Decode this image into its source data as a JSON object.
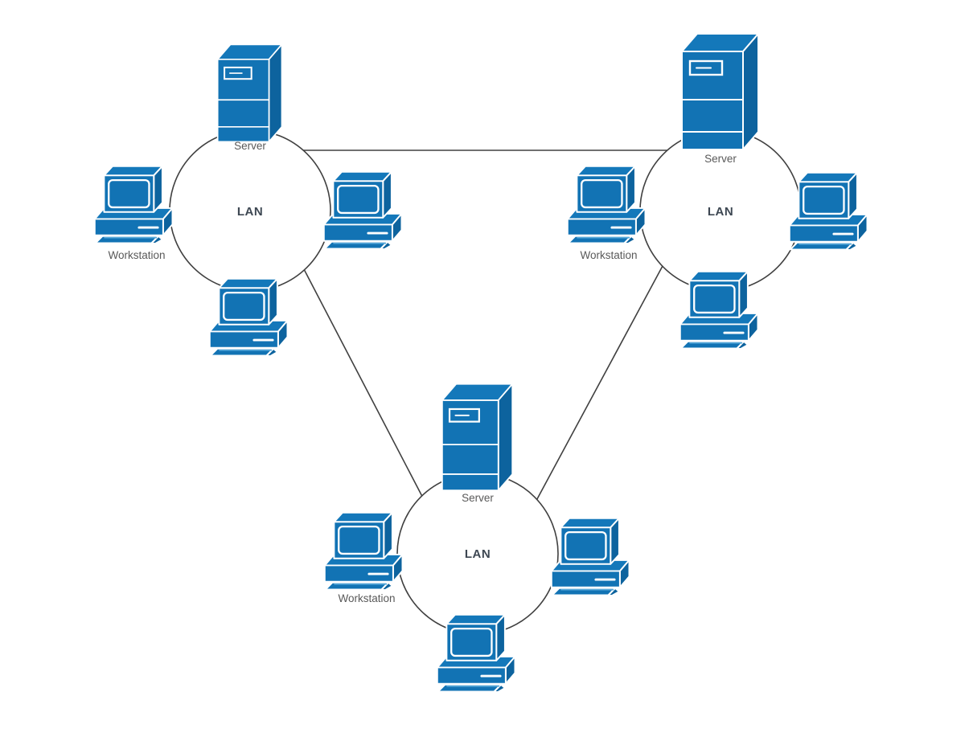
{
  "colors": {
    "node_blue": "#1273b4",
    "node_blue_top": "#1478ba",
    "node_blue_side": "#0d639e",
    "node_blue_highlight": "#57aadb",
    "icon_outline": "#ffffff",
    "connector_gray": "#404040",
    "label_gray": "#595959",
    "lan_label": "#3d4752",
    "background": "#ffffff"
  },
  "lans": [
    {
      "id": "lan-top-left",
      "ring_label": "LAN",
      "nodes": [
        {
          "type": "server",
          "label": "Server",
          "position": "top"
        },
        {
          "type": "workstation",
          "label": "Workstation",
          "position": "left"
        },
        {
          "type": "workstation",
          "label": "",
          "position": "right"
        },
        {
          "type": "workstation",
          "label": "",
          "position": "bottom"
        }
      ]
    },
    {
      "id": "lan-top-right",
      "ring_label": "LAN",
      "nodes": [
        {
          "type": "server",
          "label": "Server",
          "position": "top"
        },
        {
          "type": "workstation",
          "label": "Workstation",
          "position": "left"
        },
        {
          "type": "workstation",
          "label": "",
          "position": "right"
        },
        {
          "type": "workstation",
          "label": "",
          "position": "bottom"
        }
      ]
    },
    {
      "id": "lan-bottom",
      "ring_label": "LAN",
      "nodes": [
        {
          "type": "server",
          "label": "Server",
          "position": "top"
        },
        {
          "type": "workstation",
          "label": "Workstation",
          "position": "left"
        },
        {
          "type": "workstation",
          "label": "",
          "position": "right"
        },
        {
          "type": "workstation",
          "label": "",
          "position": "bottom"
        }
      ]
    }
  ],
  "connections": [
    {
      "from": "lan-top-left",
      "to": "lan-top-right"
    },
    {
      "from": "lan-top-left",
      "to": "lan-bottom"
    },
    {
      "from": "lan-top-right",
      "to": "lan-bottom"
    }
  ]
}
